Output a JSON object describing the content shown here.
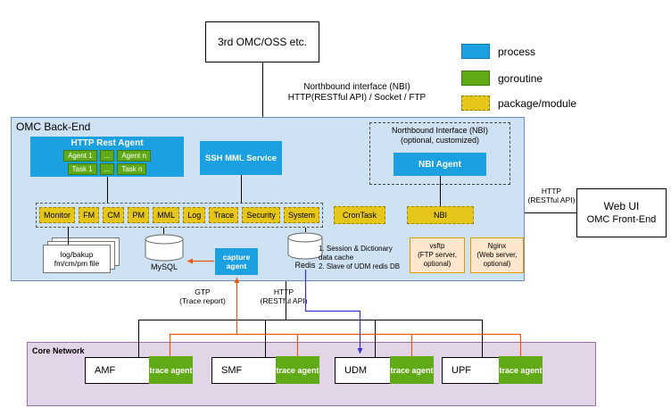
{
  "colors": {
    "process": "#1ba1e2",
    "goroutine": "#60a917",
    "package_module": "#e6c619",
    "backend_bg": "#cfe2f3",
    "backend_border": "#6c8ebf",
    "core_bg": "#e1d5e7",
    "core_border": "#9673a6",
    "optional_bg": "#ffe6cc",
    "optional_border": "#d79b00",
    "orange_line": "#e8590c",
    "blue_line": "#3333cc"
  },
  "top": {
    "omc_oss": "3rd OMC/OSS etc.",
    "nbi_note_line1": "Northbound interface (NBI)",
    "nbi_note_line2": "HTTP(RESTful API) / Socket / FTP"
  },
  "legend": {
    "items": [
      {
        "label": "process"
      },
      {
        "label": "goroutine"
      },
      {
        "label": "package/module"
      }
    ]
  },
  "backend": {
    "title": "OMC Back-End",
    "http_rest_agent": {
      "title": "HTTP Rest Agent",
      "row1": [
        "Agent 1",
        "...",
        "Agent n"
      ],
      "row2": [
        "Task 1",
        "...",
        "Task n"
      ]
    },
    "ssh_mml_service": "SSH MML Service",
    "nbi_group": {
      "title_line1": "Northbound Interface (NBI)",
      "title_line2": "(optional, customized)",
      "agent_label": "NBI Agent"
    },
    "modules": [
      "Monitor",
      "FM",
      "CM",
      "PM",
      "MML",
      "Log",
      "Trace",
      "Security",
      "System"
    ],
    "crontask_label": "CronTask",
    "nbi_module_label": "NBI",
    "file_store": {
      "line1": "log/bakup",
      "line2": "fm/cm/pm file"
    },
    "mysql_label": "MySQL",
    "capture_agent_label": "capture agent",
    "redis_label": "Redis",
    "redis_note": {
      "line1": "1. Session & Dictionary",
      "line2": "data cache",
      "line3": "2. Slave of UDM redis DB"
    },
    "vsftp": {
      "line1": "vsftp",
      "line2": "(FTP server,",
      "line3": "optional)"
    },
    "nginx": {
      "line1": "Nginx",
      "line2": "(Web server,",
      "line3": "optional)"
    }
  },
  "frontend": {
    "line1": "Web UI",
    "line2": "OMC Front-End",
    "link_label_line1": "HTTP",
    "link_label_line2": "(RESTful API)"
  },
  "links": {
    "gtp_line1": "GTP",
    "gtp_line2": "(Trace report)",
    "http_line1": "HTTP",
    "http_line2": "(RESTful API)"
  },
  "core_network": {
    "title": "Core Network",
    "nodes": [
      {
        "name": "AMF",
        "agent": "trace agent"
      },
      {
        "name": "SMF",
        "agent": "trace agent"
      },
      {
        "name": "UDM",
        "agent": "trace agent"
      },
      {
        "name": "UPF",
        "agent": "trace agent"
      }
    ]
  }
}
